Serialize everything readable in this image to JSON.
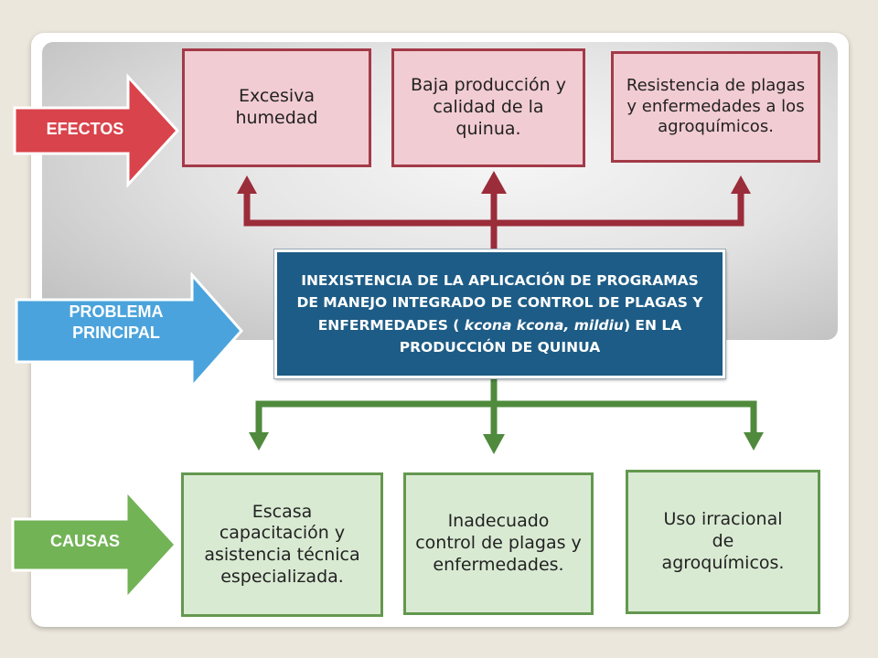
{
  "labels": {
    "effects": "EFECTOS",
    "problem_line1": "PROBLEMA",
    "problem_line2": "PRINCIPAL",
    "causes": "CAUSAS"
  },
  "effects": [
    "Excesiva humedad",
    "Baja producción y calidad de la quinua.",
    "Resistencia de plagas y enfermedades a los agroquímicos."
  ],
  "problem": {
    "text_before": "INEXISTENCIA DE LA APLICACIÓN DE PROGRAMAS DE MANEJO INTEGRADO DE CONTROL DE PLAGAS Y ENFERMEDADES ( ",
    "text_italic": "kcona kcona, mildiu",
    "text_after": ") EN LA PRODUCCIÓN DE QUINUA"
  },
  "causes": [
    "Escasa capacitación y asistencia técnica especializada.",
    "Inadecuado control de plagas y enfermedades.",
    "Uso irracional de agroquímicos."
  ],
  "colors": {
    "effects_border": "#a33a48",
    "effects_fill": "#f2ccd3",
    "effects_arrow": "#d9434b",
    "problem_fill": "#1d5c86",
    "problem_arrow": "#4aa3dc",
    "causes_border": "#63984f",
    "causes_fill": "#d9ead3",
    "causes_arrow": "#72b356",
    "effect_connector": "#9b2c3a",
    "cause_connector": "#4f8a3d"
  }
}
